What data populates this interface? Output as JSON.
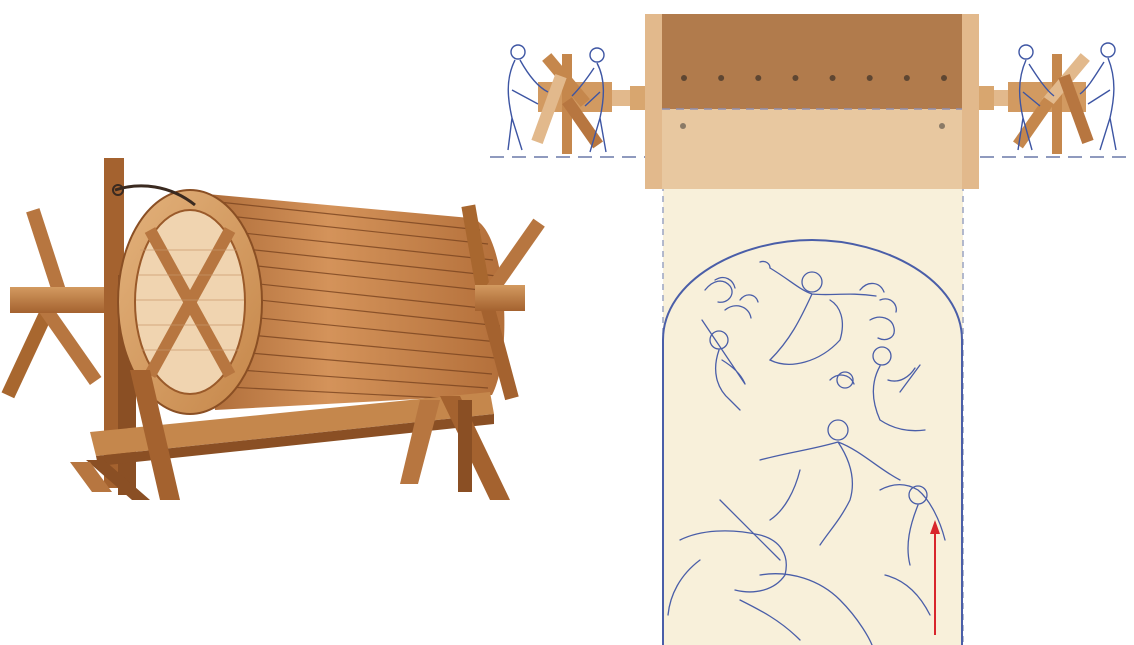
{
  "diagram": {
    "left_panel": {
      "subject": "wooden-drum-winch-perspective",
      "colors": {
        "wood_light": "#d9a06a",
        "wood_mid": "#c07c45",
        "wood_dark": "#8a4f24",
        "wood_shadow": "#6f3e1b"
      }
    },
    "right_panel": {
      "subject": "drum-winch-top-view-with-canvas-scroll",
      "colors": {
        "drum_top": "#b98556",
        "drum_bottom": "#e8c8a0",
        "drum_end": "#e2b98c",
        "canvas": "#f8f0da",
        "sketch_line": "#4a5ea8",
        "figure_line": "#3d55a3",
        "arrow": "#d8262c",
        "dashes": "#6a78a8"
      },
      "drum_hole_count": 8
    }
  }
}
